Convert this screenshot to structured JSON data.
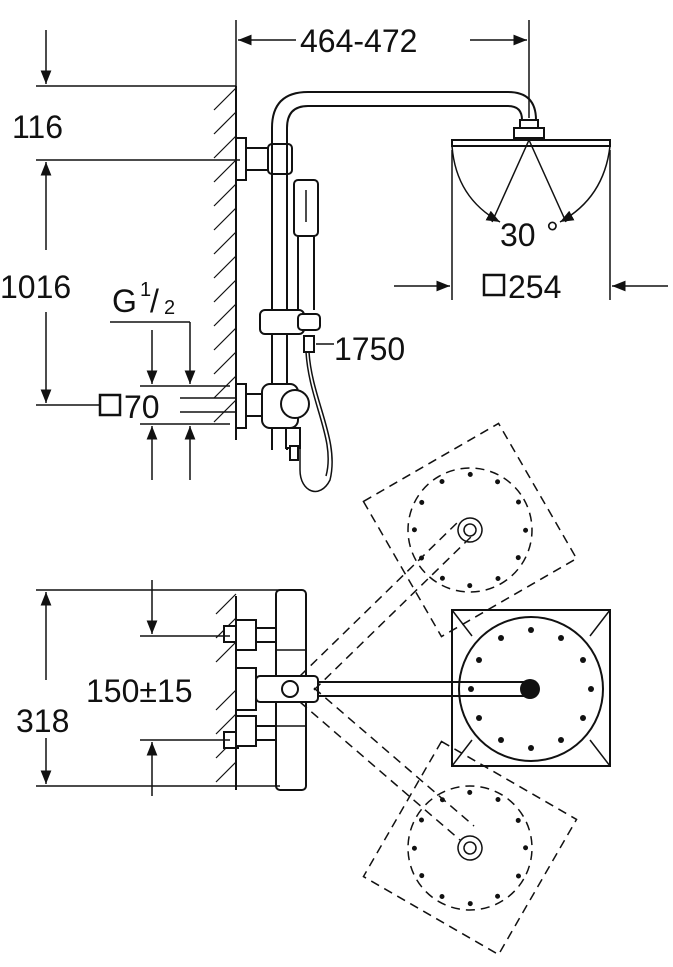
{
  "dimensions": {
    "arm_reach": "464-472",
    "head_top_offset": "116",
    "bar_height": "1016",
    "thread_g": "G",
    "thread_num": "1",
    "thread_den": "2",
    "plate_size": "70",
    "hose_length": "1750",
    "spray_angle": "30",
    "angle_unit": "°",
    "head_size": "254",
    "total_depth": "318",
    "center_distance": "150±15"
  },
  "colors": {
    "line": "#111111",
    "background": "#ffffff"
  },
  "icons": {
    "square": "square-symbol-icon"
  }
}
